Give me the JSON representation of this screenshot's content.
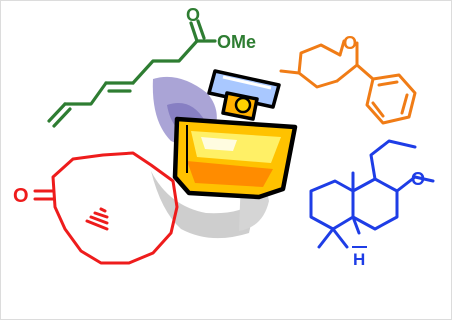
{
  "ester": {
    "carbonyl_o": "O",
    "ome": "OMe",
    "color": "#2e7d32"
  },
  "pyran": {
    "ring_o": "O",
    "color": "#f07c16"
  },
  "macrocycle": {
    "ketone_o": "O",
    "color": "#ee1c1c"
  },
  "ambrox": {
    "ring_o": "O",
    "h_label": "H",
    "color": "#1e3de6"
  },
  "bottle": {
    "liquid": "#ffc200",
    "liquid_light": "#fff066",
    "cap": "#a9c8ff",
    "outline": "#000000",
    "smear": "#8d86c8",
    "shadow": "#bdbdbd"
  }
}
